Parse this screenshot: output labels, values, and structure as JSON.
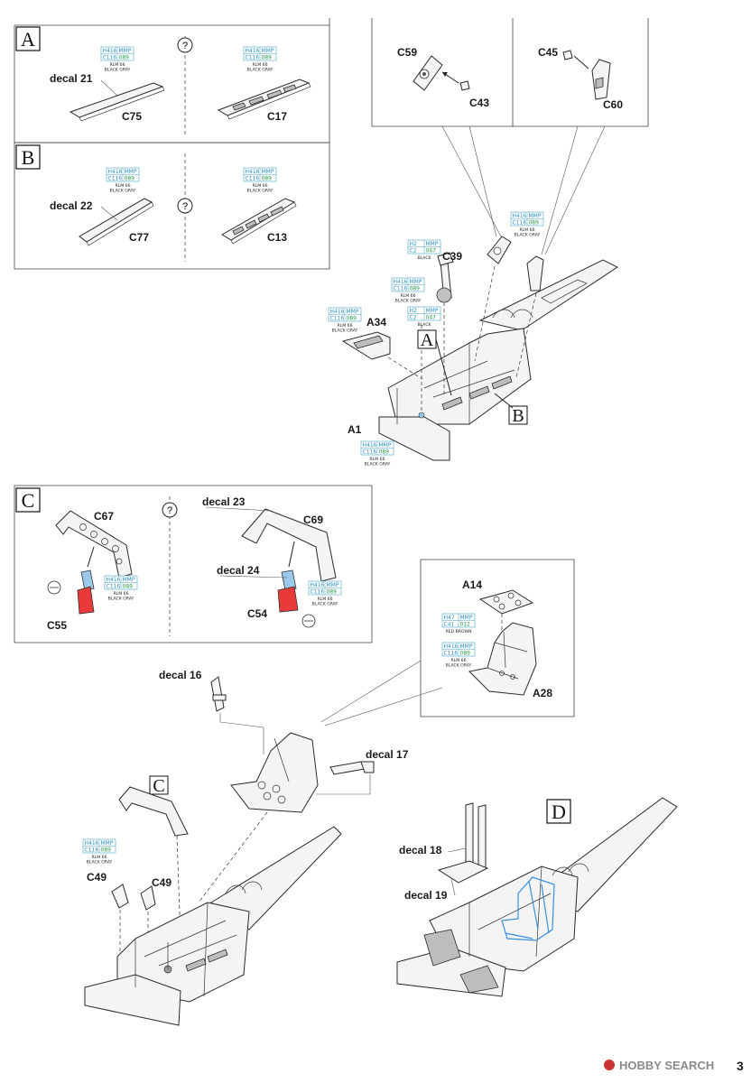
{
  "sections": {
    "A": {
      "letter": "A",
      "decal": "decal 21",
      "parts": [
        "C75",
        "C17"
      ],
      "color_c75": {
        "code1": "H416",
        "brand1": "MMP",
        "code2": "C116",
        "brand2": "089",
        "name1": "RLM 66",
        "name2": "BLACK GRAY"
      },
      "color_c17": {
        "code1": "H416",
        "brand1": "MMP",
        "code2": "C116",
        "brand2": "089",
        "name1": "RLM 66",
        "name2": "BLACK GRAY"
      }
    },
    "B": {
      "letter": "B",
      "decal": "decal 22",
      "parts": [
        "C77",
        "C13"
      ],
      "color_c77": {
        "code1": "H416",
        "brand1": "MMP",
        "code2": "C116",
        "brand2": "089",
        "name1": "RLM 66",
        "name2": "BLACK GRAY"
      },
      "color_c13": {
        "code1": "H416",
        "brand1": "MMP",
        "code2": "C116",
        "brand2": "089",
        "name1": "RLM 66",
        "name2": "BLACK GRAY"
      }
    },
    "C": {
      "letter": "C",
      "parts": [
        "C67",
        "C55",
        "C69",
        "C54"
      ],
      "decals": [
        "decal 23",
        "decal 24"
      ],
      "color_left": {
        "code1": "H416",
        "brand1": "MMP",
        "code2": "C116",
        "brand2": "089",
        "name1": "RLM 66",
        "name2": "BLACK GRAY"
      },
      "color_right": {
        "code1": "H416",
        "brand1": "MMP",
        "code2": "C116",
        "brand2": "089",
        "name1": "RLM 66",
        "name2": "BLACK GRAY"
      }
    },
    "D": {
      "letter": "D",
      "decals": [
        "decal 18",
        "decal 19"
      ]
    }
  },
  "option_symbol": "?",
  "detail_top": {
    "parts": [
      "C59",
      "C43",
      "C45",
      "C60"
    ]
  },
  "main_assembly": {
    "parts": [
      "C39",
      "A34",
      "A1"
    ],
    "refs": [
      "A",
      "B"
    ],
    "color_black": {
      "code1": "H2",
      "brand1": "MMP",
      "code2": "C2",
      "brand2": "047",
      "name1": "BLACK"
    },
    "color_c39": {
      "code1": "H416",
      "brand1": "MMP",
      "code2": "C116",
      "brand2": "089",
      "name1": "RLM 66",
      "name2": "BLACK GRAY"
    },
    "color_black2": {
      "code1": "H2",
      "brand1": "MMP",
      "code2": "C2",
      "brand2": "047",
      "name1": "BLACK"
    },
    "color_a34": {
      "code1": "H416",
      "brand1": "MMP",
      "code2": "C116",
      "brand2": "089",
      "name1": "RLM 66",
      "name2": "BLACK GRAY"
    },
    "color_a1": {
      "code1": "H416",
      "brand1": "MMP",
      "code2": "C116",
      "brand2": "089",
      "name1": "RLM 66",
      "name2": "BLACK GRAY"
    },
    "color_c60": {
      "code1": "H416",
      "brand1": "MMP",
      "code2": "C116",
      "brand2": "089",
      "name1": "RLM 66",
      "name2": "BLACK GRAY"
    }
  },
  "seat_detail": {
    "parts": [
      "A14",
      "A28"
    ],
    "color_a14": {
      "code1": "H47",
      "brand1": "MMP",
      "code2": "C41",
      "brand2": "012",
      "name1": "RED BROWN"
    },
    "color_a28": {
      "code1": "H416",
      "brand1": "MMP",
      "code2": "C116",
      "brand2": "089",
      "name1": "RLM 66",
      "name2": "BLACK GRAY"
    }
  },
  "bottom_assembly": {
    "decals": [
      "decal 16",
      "decal 17"
    ],
    "parts": [
      "C49",
      "C49"
    ],
    "ref": "C",
    "color_c49": {
      "code1": "H416",
      "brand1": "MMP",
      "code2": "C116",
      "brand2": "089",
      "name1": "RLM 66",
      "name2": "BLACK GRAY"
    }
  },
  "watermark": "HOBBY SEARCH",
  "page_number": "3"
}
